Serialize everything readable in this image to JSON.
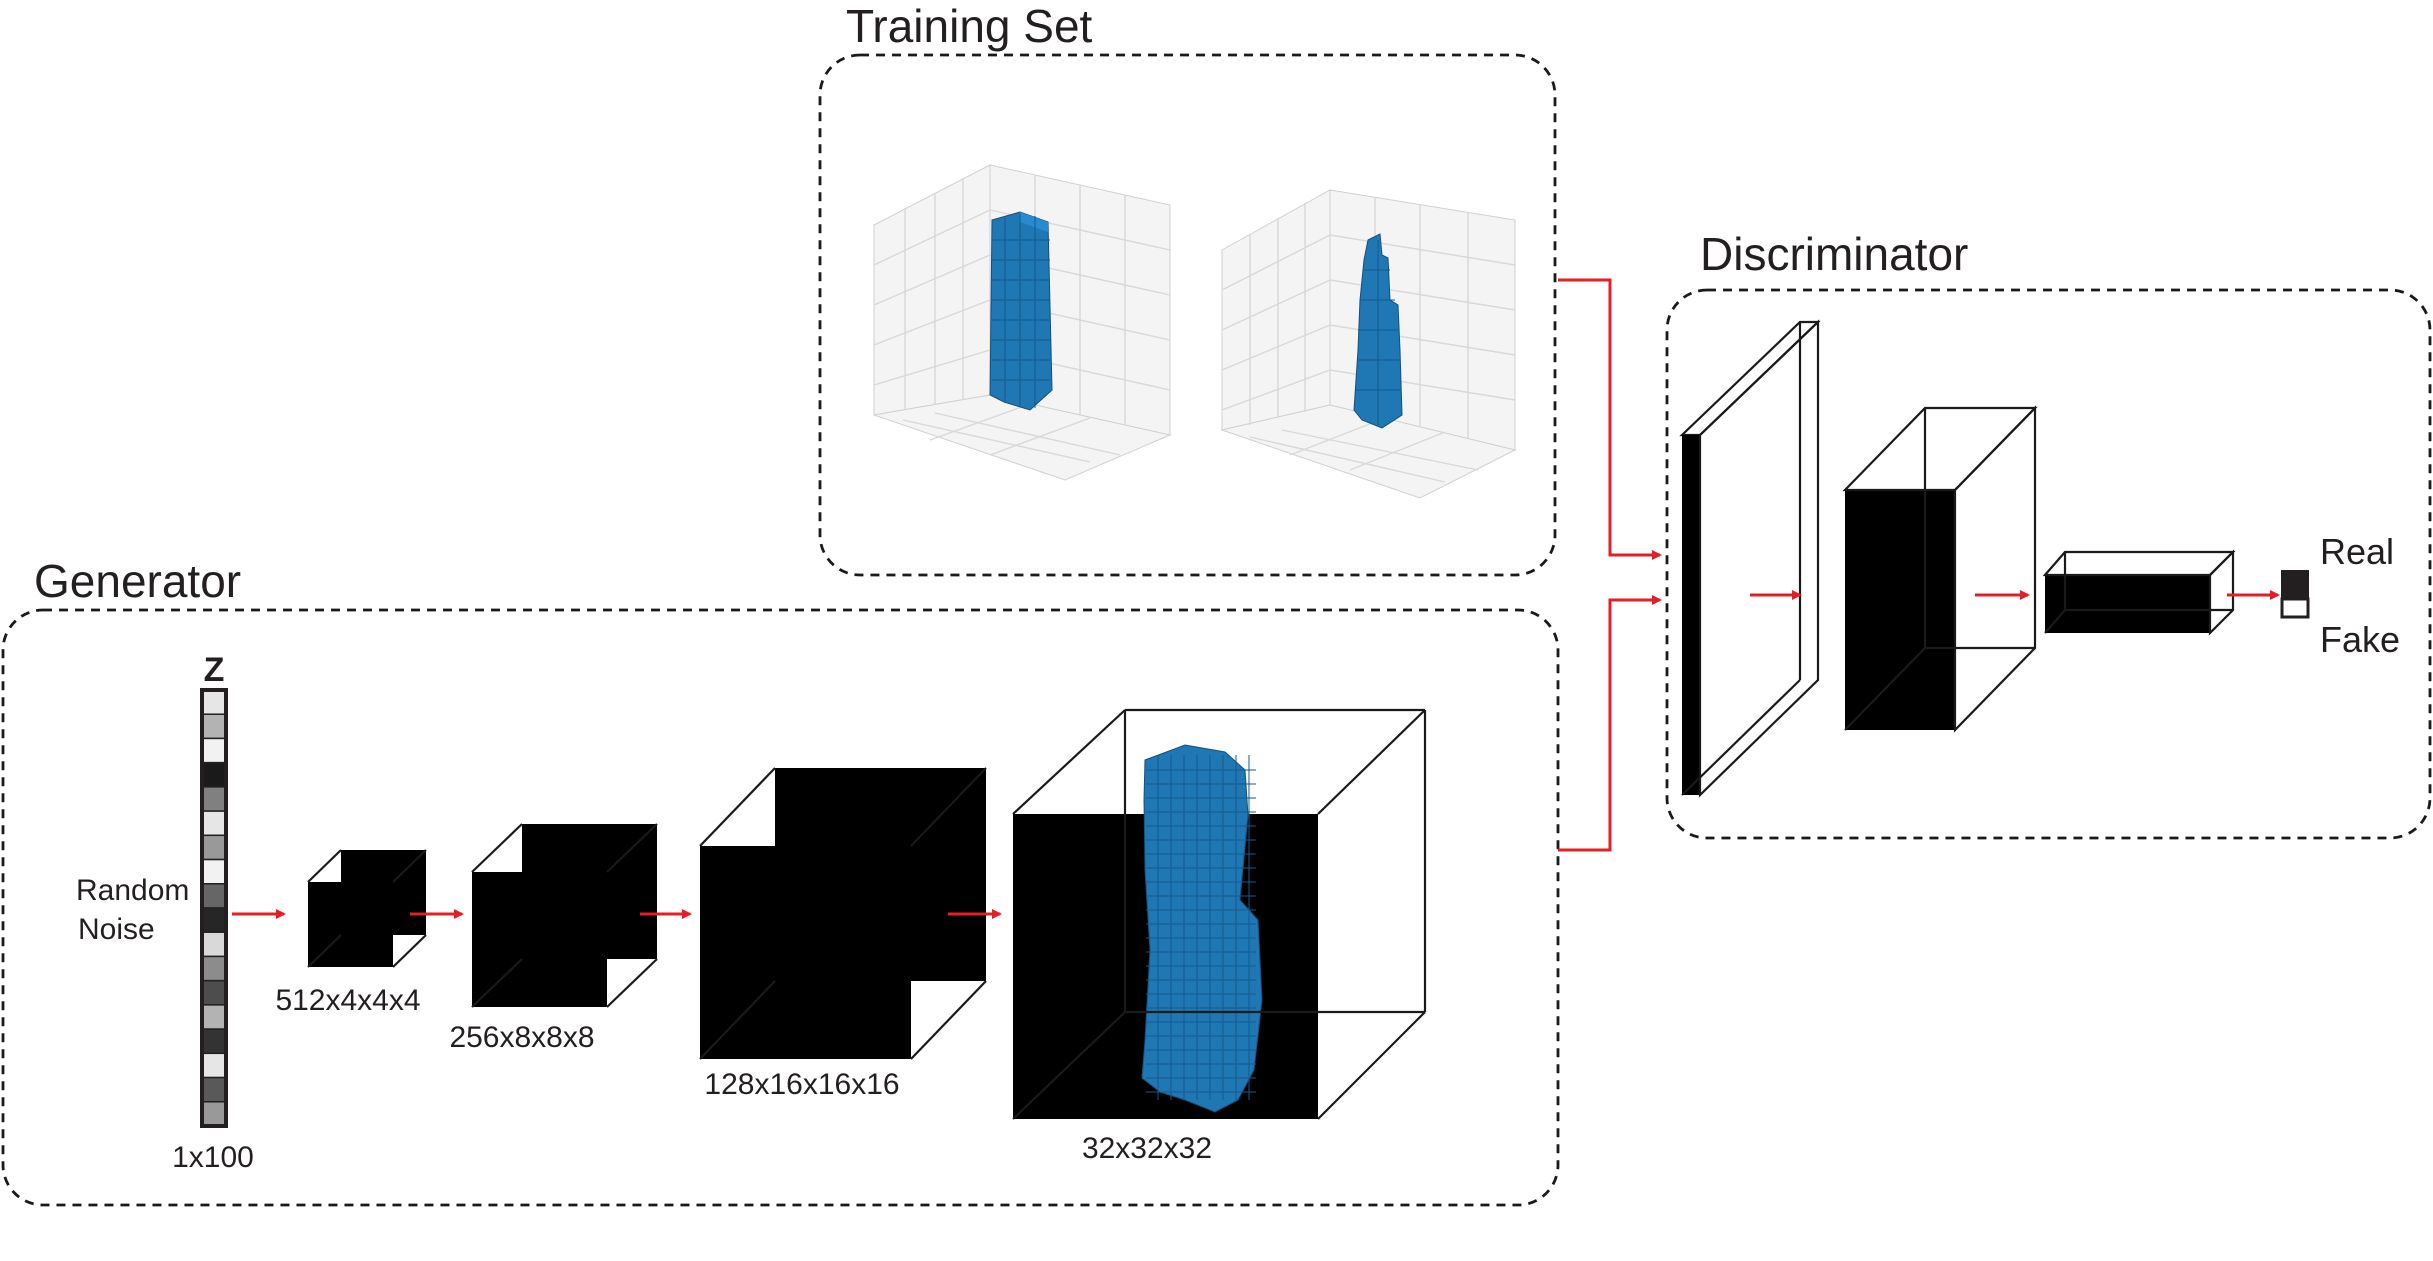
{
  "panels": {
    "training_set": "Training Set",
    "discriminator": "Discriminator",
    "generator": "Generator"
  },
  "generator": {
    "z_label": "Z",
    "noise_label_line1": "Random",
    "noise_label_line2": "Noise",
    "z_size": "1x100",
    "layers": [
      "512x4x4x4",
      "256x8x8x8",
      "128x16x16x16",
      "32x32x32"
    ],
    "z_cells": [
      0.9,
      0.7,
      0.95,
      0.1,
      0.5,
      0.9,
      0.6,
      0.95,
      0.4,
      0.15,
      0.85,
      0.55,
      0.3,
      0.7,
      0.2,
      0.9,
      0.35,
      0.6
    ]
  },
  "discriminator": {
    "outputs": [
      "Real",
      "Fake"
    ]
  },
  "colors": {
    "arrow": "#e31e24",
    "voxel": "#1f77b4",
    "outline": "#1a1a1a"
  }
}
